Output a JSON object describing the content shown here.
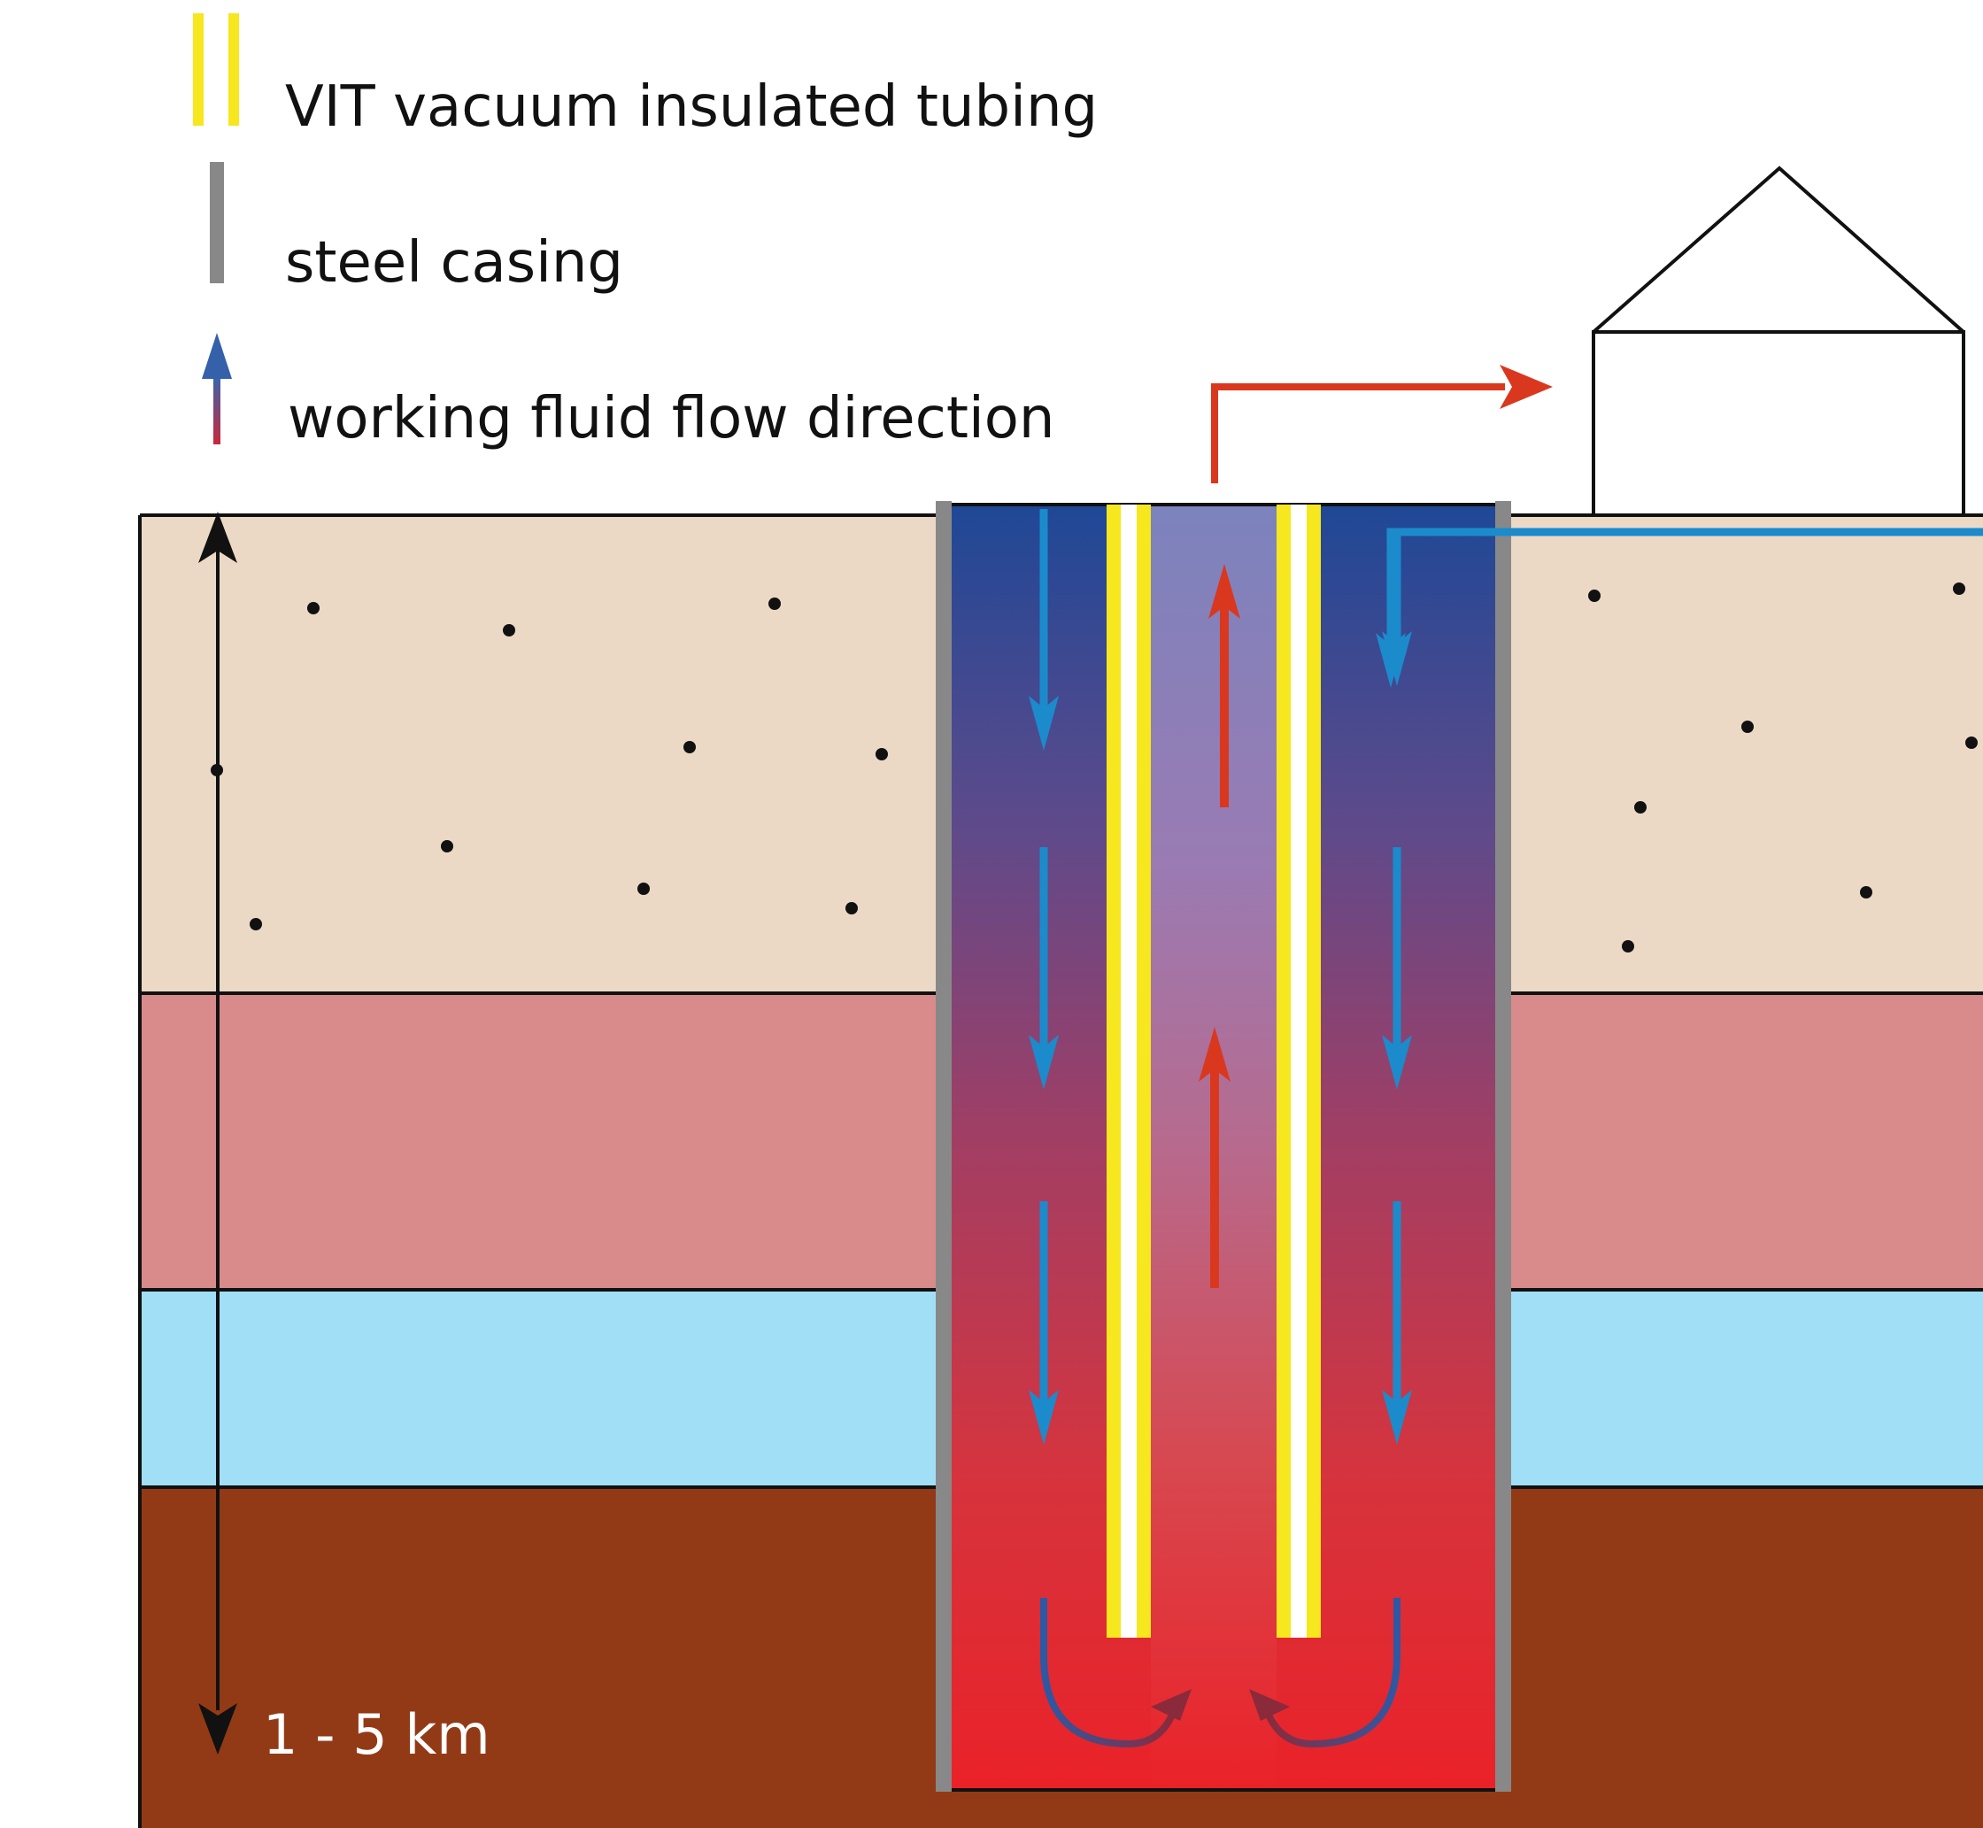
{
  "legend": {
    "vit_label": "VIT vacuum insulated tubing",
    "casing_label": "steel casing",
    "flow_label": "working fluid flow direction"
  },
  "depth_label": "1 - 5 km",
  "colors": {
    "layer_sand": "#ebd9c6",
    "layer_pink": "#d98a8a",
    "layer_aquifer": "#a0dff6",
    "layer_bedrock": "#923a16",
    "casing_gray": "#888888",
    "tubing_yellow": "#f6e71e",
    "cold_flow_blue": "#1b8bcc",
    "hot_flow_red": "#d9381e",
    "well_top_blue": "#1f4896",
    "well_mid_violet": "#9a79b4",
    "well_bottom_red": "#e9232a"
  }
}
